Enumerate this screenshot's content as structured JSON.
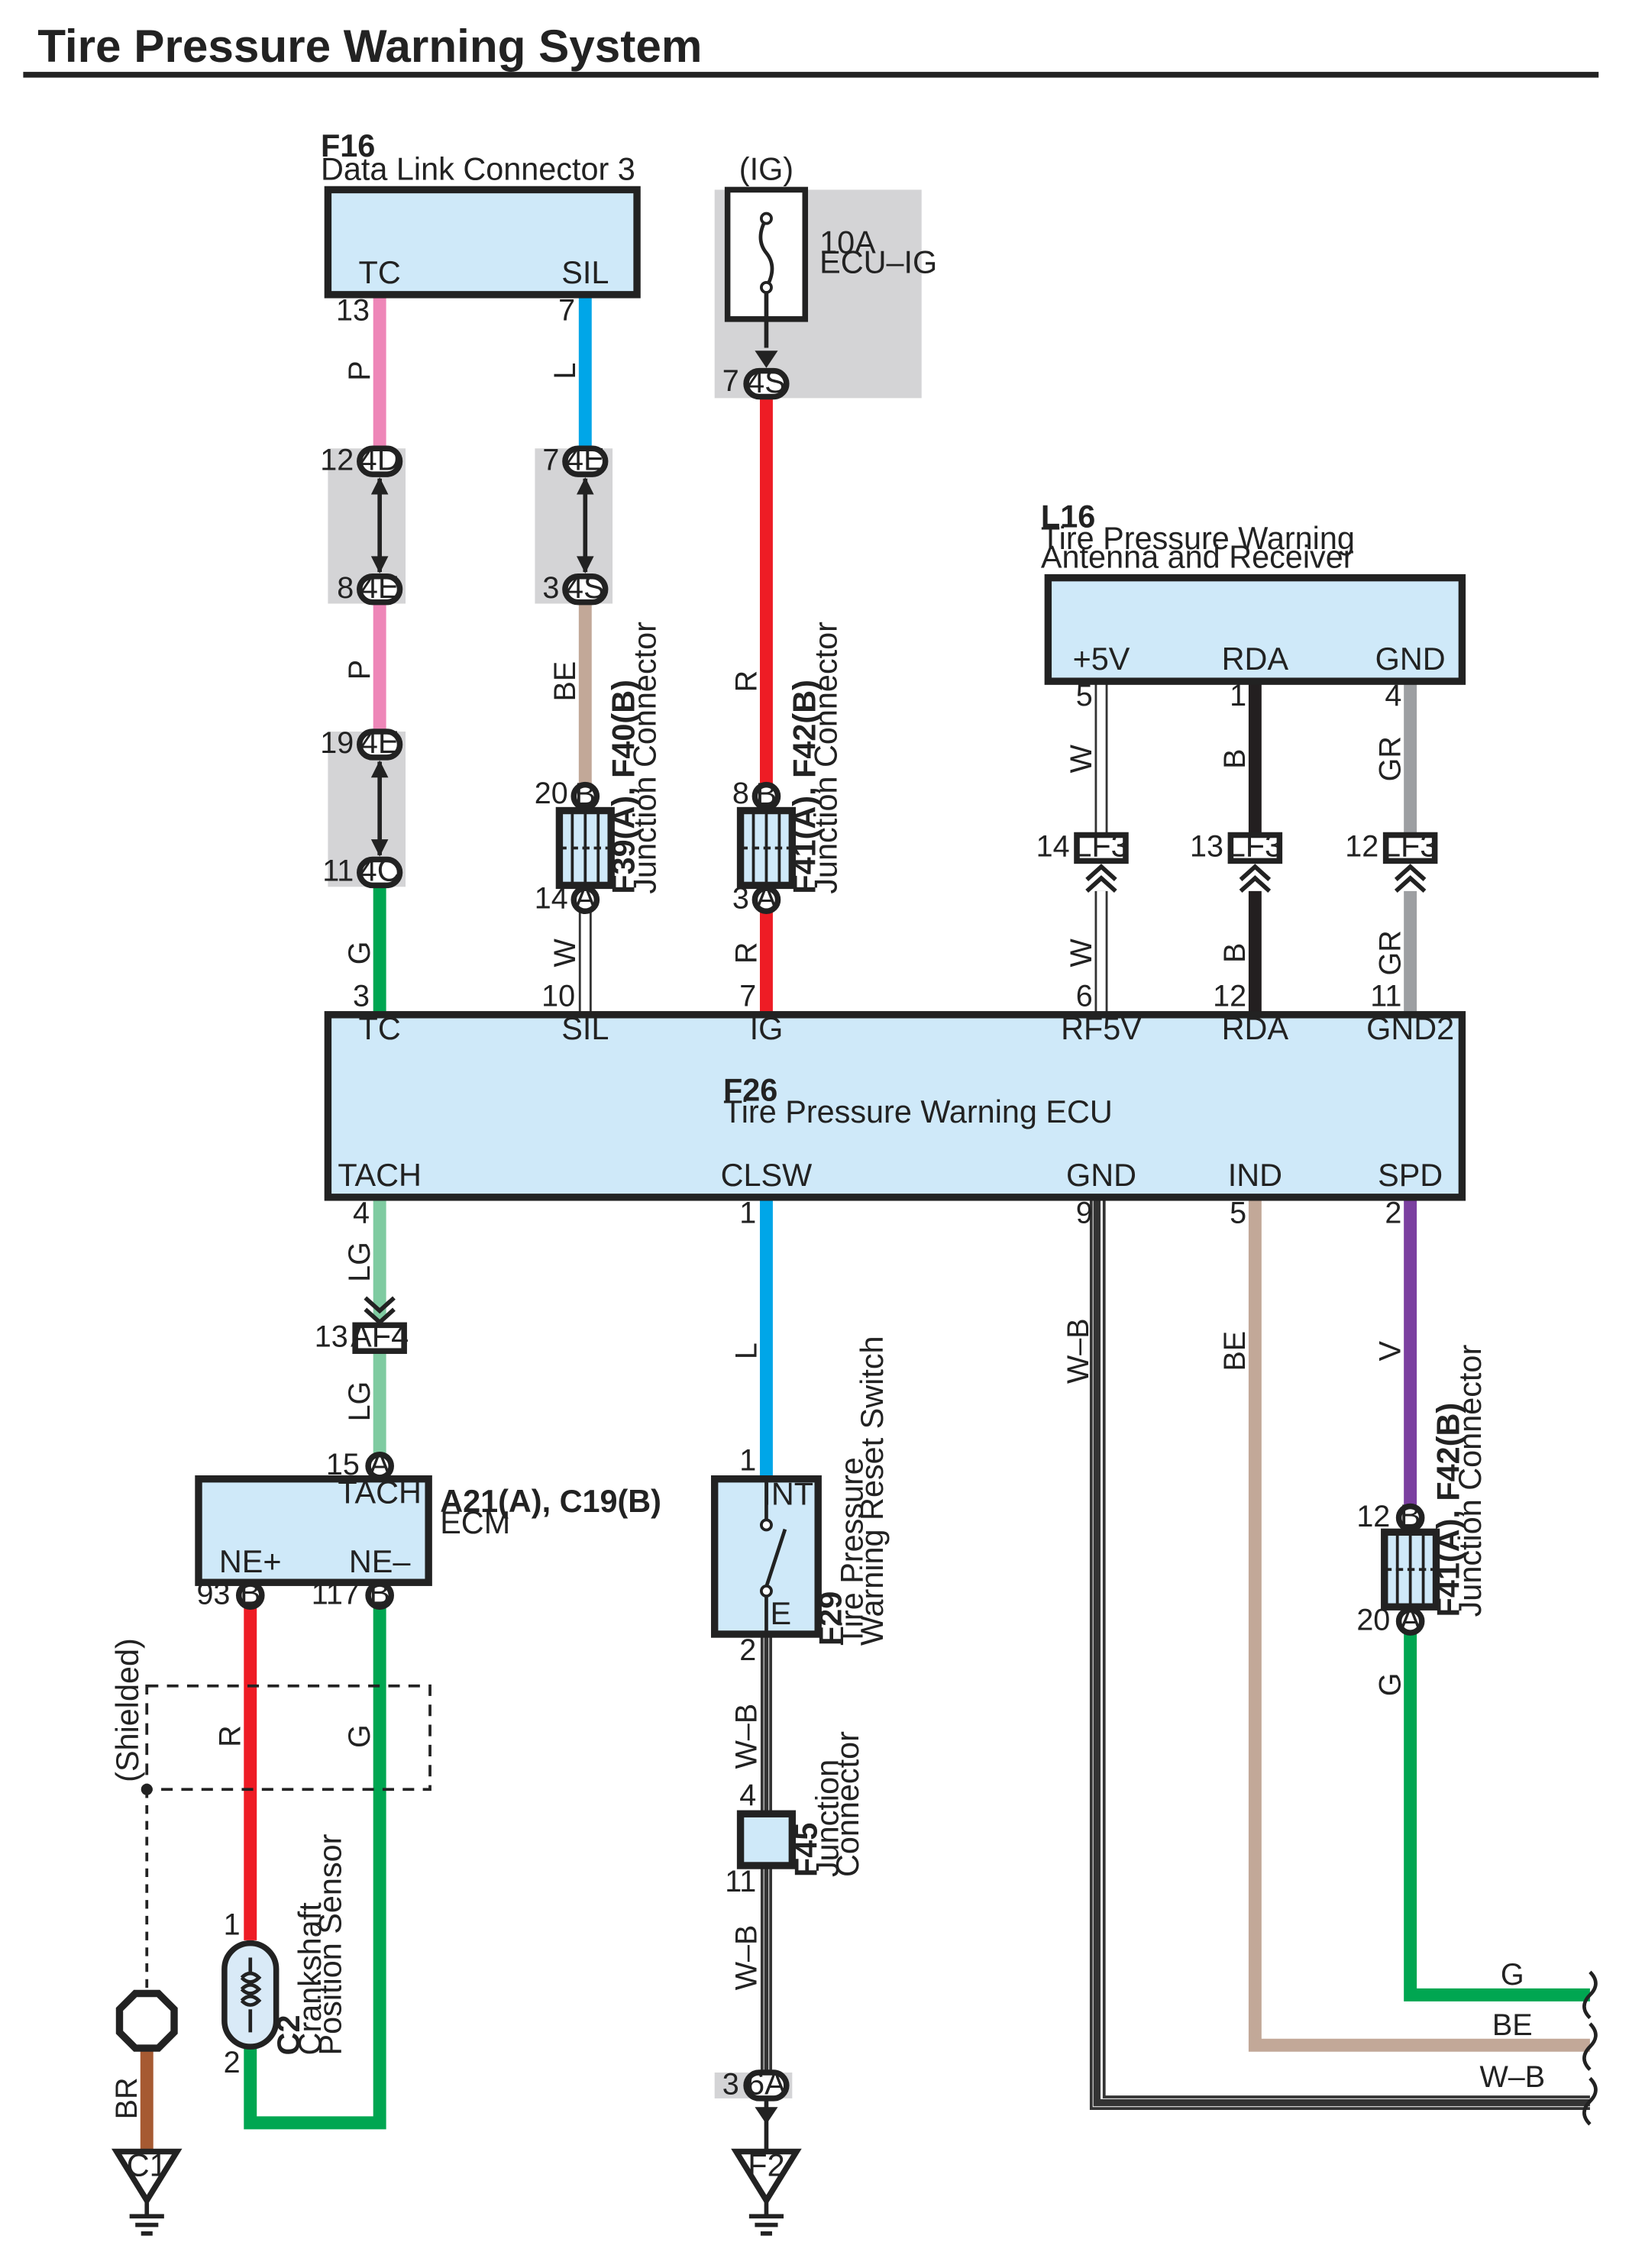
{
  "title": "Tire Pressure Warning System",
  "colors": {
    "pink": "#ee86b8",
    "blue": "#00a6e8",
    "red": "#ee1c25",
    "tan": "#c2a898",
    "green": "#00a651",
    "black": "#231f20",
    "gray": "#9d9fa2",
    "light_green": "#7fcba1",
    "violet": "#7b3fa0",
    "brown": "#a65a32",
    "component": "#cfe9f9",
    "shade": "#d4d4d6"
  },
  "components": {
    "f16": {
      "code": "F16",
      "name": "Data Link Connector 3",
      "pins": [
        "TC",
        "SIL"
      ]
    },
    "fuse": {
      "power": "(IG)",
      "rating": "10A",
      "name": "ECU–IG"
    },
    "l16": {
      "code": "L16",
      "name_line1": "Tire Pressure Warning",
      "name_line2": "Antenna and Receiver",
      "pins": [
        "+5V",
        "RDA",
        "GND"
      ]
    },
    "f26": {
      "code": "F26",
      "name": "Tire Pressure Warning ECU",
      "top_pins": [
        "TC",
        "SIL",
        "IG",
        "RF5V",
        "RDA",
        "GND2"
      ],
      "bottom_pins": [
        "TACH",
        "CLSW",
        "GND",
        "IND",
        "SPD"
      ]
    },
    "jc1": {
      "code": "F39(A), F40(B)",
      "name": "Junction Connector"
    },
    "jc2": {
      "code": "F41(A), F42(B)",
      "name": "Junction Connector"
    },
    "jc3": {
      "code": "F41(A), F42(B)",
      "name": "Junction Connector"
    },
    "ecm": {
      "code": "A21(A), C19(B)",
      "name": "ECM",
      "pins": [
        "TACH",
        "NE+",
        "NE–"
      ]
    },
    "switch": {
      "code": "F29",
      "name_line1": "Tire Pressure",
      "name_line2": "Warning Reset Switch",
      "pins": [
        "INT",
        "E"
      ]
    },
    "f45": {
      "code": "F45",
      "name_line1": "Junction",
      "name_line2": "Connector"
    },
    "c2": {
      "code": "C2",
      "name_line1": "Crankshaft",
      "name_line2": "Position Sensor"
    },
    "shield_label": "(Shielded)",
    "grounds": [
      "C1",
      "F2"
    ]
  },
  "connectors": {
    "c4d": "4D",
    "c4e_a": "4E",
    "c4e_b": "4E",
    "c4e_c": "4E",
    "c4s_a": "4S",
    "c4s_b": "4S",
    "c4c": "4C",
    "c6a": "6A",
    "af4": "AF4",
    "lf3_a": "LF3",
    "lf3_b": "LF3",
    "lf3_c": "LF3",
    "ca": "A",
    "cb": "B"
  },
  "pins": {
    "p13": "13",
    "p7a": "7",
    "p7b": "7",
    "p12a": "12",
    "p7c": "7",
    "p8a": "8",
    "p3a": "3",
    "p19": "19",
    "p11a": "11",
    "p20a": "20",
    "p14a": "14",
    "p8b": "8",
    "p3b": "3",
    "p5a": "5",
    "p1a": "1",
    "p4a": "4",
    "p14b": "14",
    "p13b": "13",
    "p12b": "12",
    "p3c": "3",
    "p10": "10",
    "p7d": "7",
    "p6": "6",
    "p12c": "12",
    "p11b": "11",
    "p4b": "4",
    "p1b": "1",
    "p9": "9",
    "p5b": "5",
    "p2a": "2",
    "p13c": "13",
    "p15": "15",
    "p1c": "1",
    "p12d": "12",
    "p20b": "20",
    "p93": "93",
    "p117": "117",
    "p2b": "2",
    "p4c": "4",
    "p11c": "11",
    "p1d": "1",
    "p2c": "2",
    "p3d": "3"
  },
  "wires": {
    "w_p1": "P",
    "w_l1": "L",
    "w_p2": "P",
    "w_be1": "BE",
    "w_r1": "R",
    "w_w1": "W",
    "w_b1": "B",
    "w_gr1": "GR",
    "w_g1": "G",
    "w_w2": "W",
    "w_r2": "R",
    "w_w3": "W",
    "w_b2": "B",
    "w_gr2": "GR",
    "w_lg1": "LG",
    "w_lg2": "LG",
    "w_l2": "L",
    "w_wb1": "W–B",
    "w_be2": "BE",
    "w_v": "V",
    "w_g2": "G",
    "w_r3": "R",
    "w_g3": "G",
    "w_wb2": "W–B",
    "w_wb3": "W–B",
    "w_br": "BR",
    "w_out_g": "G",
    "w_out_be": "BE",
    "w_out_wb": "W–B"
  }
}
